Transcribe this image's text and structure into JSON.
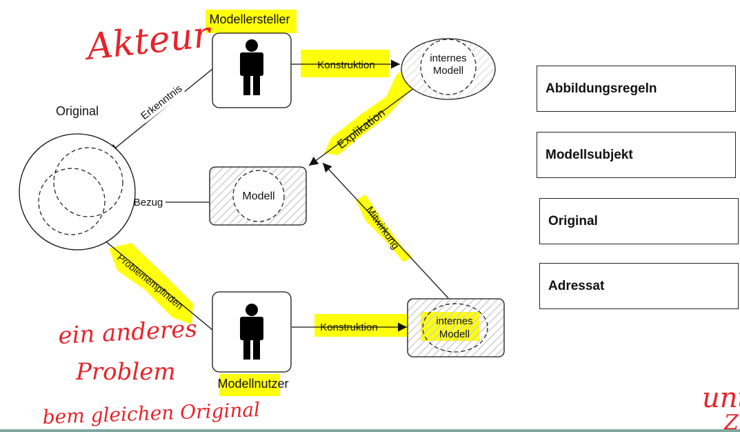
{
  "diagram": {
    "original_label": "Original",
    "modellersteller_label": "Modellersteller",
    "modellnutzer_label": "Modellnutzer",
    "modell_label": "Modell",
    "internes_top": [
      "internes",
      "Modell"
    ],
    "internes_bottom": [
      "internes",
      "Modell"
    ],
    "edges": {
      "erkenntnis": "Erkenntnis",
      "konstruktion_top": "Konstruktion",
      "explikation": "Explikation",
      "bezug": "Bezug",
      "mitwirkung": "Mitwirkung",
      "problemempfinden": "Problemempfinden",
      "konstruktion_bottom": "Konstruktion"
    }
  },
  "right_boxes": [
    "Abbildungsregeln",
    "Modellsubjekt",
    "Original",
    "Adressat"
  ],
  "handwriting": {
    "akteur": "Akteur",
    "line1": "ein anderes",
    "line2": "Problem",
    "line3": "bem gleichen Original",
    "corner1": "unt",
    "corner2": "Z"
  },
  "colors": {
    "highlight": "#ffff00",
    "ink": "#e8232a",
    "line": "#111111"
  }
}
